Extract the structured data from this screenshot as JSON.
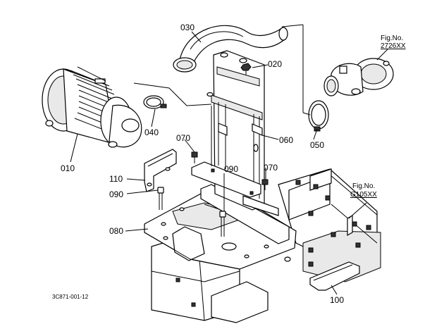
{
  "parts": {
    "p010": "010",
    "p020": "020",
    "p030": "030",
    "p040": "040",
    "p050": "050",
    "p060": "060",
    "p070a": "070",
    "p070b": "070",
    "p080": "080",
    "p090a": "090",
    "p090b": "090",
    "p100": "100",
    "p110": "110"
  },
  "references": {
    "fig1_title": "Fig.No.",
    "fig1_code": "2726XX",
    "fig2_title": "Fig.No.",
    "fig2_code": "G105XX"
  },
  "drawing_code": "3C871-001-12"
}
